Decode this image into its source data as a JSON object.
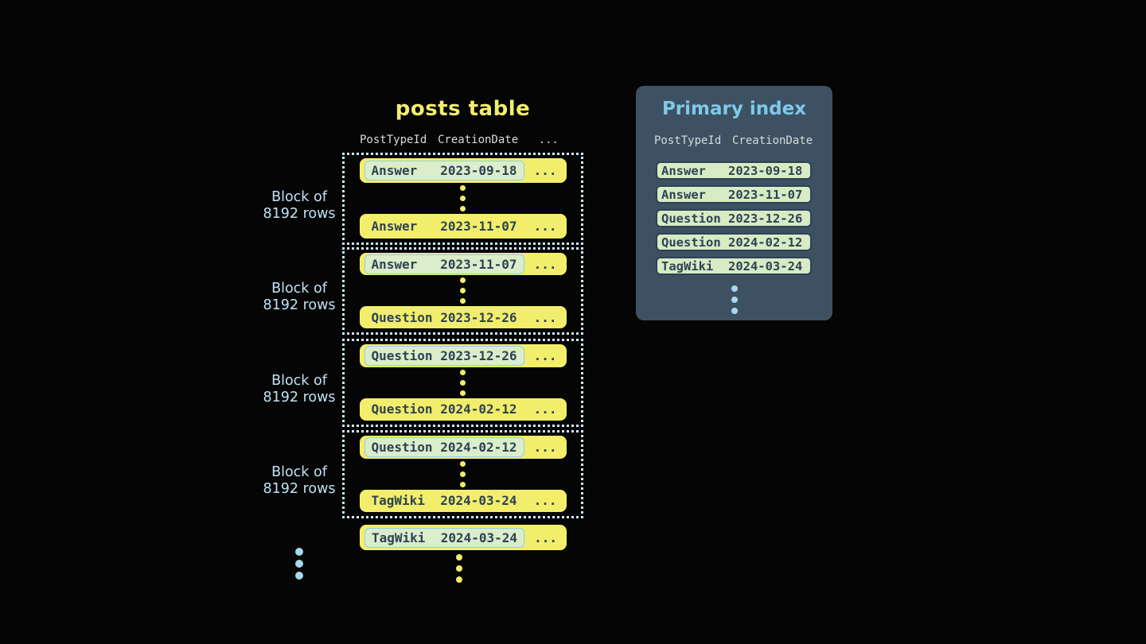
{
  "colors": {
    "background": "#050505",
    "row_yellow": "#f2ee6b",
    "row_text_dark": "#2d4254",
    "highlight_mint": "#dcedcb",
    "highlight_border_blue": "#8bd0eb",
    "index_row_green": "#d7ebc5",
    "panel_slate": "#3d5162",
    "panel_title_blue": "#7fc9e9",
    "block_label_blue": "#bee2f4",
    "dotted_border_blue": "#cfeaf7"
  },
  "posts_table": {
    "title": "posts table",
    "headers": {
      "col1": "PostTypeId",
      "col2": "CreationDate",
      "more": "..."
    },
    "ellipsis": "...",
    "block_label": {
      "line1": "Block of",
      "line2": "8192 rows"
    },
    "blocks": [
      {
        "first": {
          "type": "Answer",
          "date": "2023-09-18"
        },
        "last": {
          "type": "Answer",
          "date": "2023-11-07"
        }
      },
      {
        "first": {
          "type": "Answer",
          "date": "2023-11-07"
        },
        "last": {
          "type": "Question",
          "date": "2023-12-26"
        }
      },
      {
        "first": {
          "type": "Question",
          "date": "2023-12-26"
        },
        "last": {
          "type": "Question",
          "date": "2024-02-12"
        }
      },
      {
        "first": {
          "type": "Question",
          "date": "2024-02-12"
        },
        "last": {
          "type": "TagWiki",
          "date": "2024-03-24"
        }
      }
    ],
    "trailing_row": {
      "type": "TagWiki",
      "date": "2024-03-24"
    }
  },
  "primary_index": {
    "title": "Primary index",
    "headers": {
      "col1": "PostTypeId",
      "col2": "CreationDate"
    },
    "rows": [
      {
        "type": "Answer",
        "date": "2023-09-18"
      },
      {
        "type": "Answer",
        "date": "2023-11-07"
      },
      {
        "type": "Question",
        "date": "2023-12-26"
      },
      {
        "type": "Question",
        "date": "2024-02-12"
      },
      {
        "type": "TagWiki",
        "date": "2024-03-24"
      }
    ]
  }
}
